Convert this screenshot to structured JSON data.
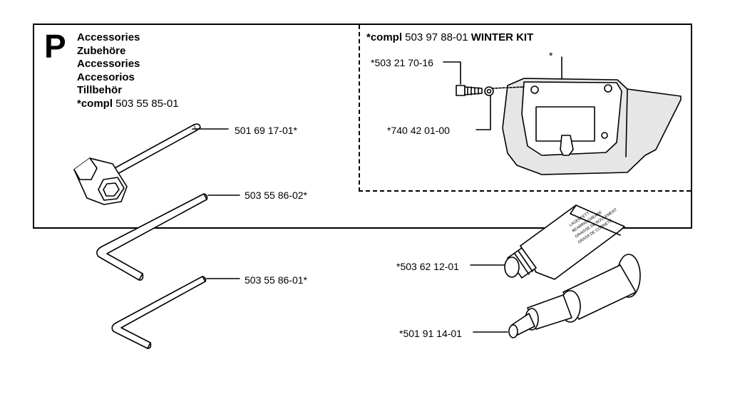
{
  "section": {
    "letter": "P"
  },
  "titles": {
    "line1": "Accessories",
    "line2": "Zubehöre",
    "line3": "Accessories",
    "line4": "Accesorios",
    "line5": "Tillbehör",
    "compl_prefix": "*compl",
    "compl_number": " 503 55 85-01"
  },
  "winter_kit": {
    "prefix": "*compl",
    "number": " 503 97 88-01 ",
    "name": "WINTER KIT",
    "star": "*",
    "screw_part": "*503 21 70-16",
    "washer_part": "*740 42 01-00"
  },
  "parts": {
    "combination_wrench": "501 69 17-01*",
    "hex_key_large": "503 55 86-02*",
    "hex_key_small": "503 55 86-01*",
    "grease_tube": "*503 62 12-01",
    "grease_gun": "*501 91 14-01"
  },
  "tube_print": {
    "line1": "LAGERFETT",
    "line2": "BEARING GREASE",
    "line3": "GRAISSE DE ROULEMENT",
    "line4": "GRASA DE COJINETE"
  },
  "colors": {
    "ink": "#000000",
    "background": "#ffffff",
    "panel_fill": "#e6e6e6"
  }
}
